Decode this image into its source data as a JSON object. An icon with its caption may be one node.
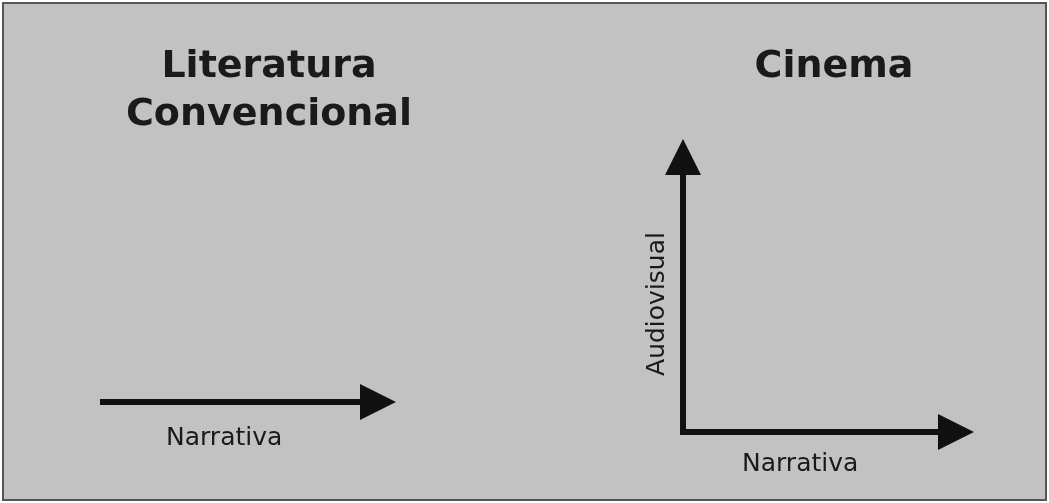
{
  "diagram": {
    "labels": [
      "Literatura Convencional",
      "Cinema",
      "Audiovisual",
      "Narrativa",
      "Narrativa"
    ]
  }
}
